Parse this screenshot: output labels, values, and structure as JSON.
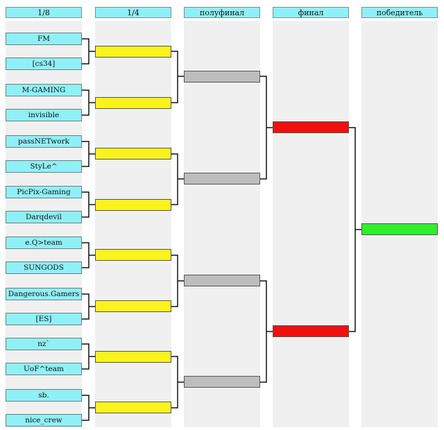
{
  "headers": {
    "r16": "1/8",
    "qf": "1/4",
    "sf": "полуфинал",
    "final": "финал",
    "winner": "победитель"
  },
  "teams": [
    "FM",
    "[cs34]",
    "M-GAMING",
    "invisible",
    "passNETwork",
    "StyLe^",
    "PicPix-Gaming",
    "Darqdevil",
    "e.Q>team",
    "SUNGODS",
    "Dangerous.Gamers",
    "[ES]",
    "nz`",
    "UoF^team",
    "sb.",
    "nice_crew"
  ],
  "colors": {
    "header": "#8ff0f6",
    "team": "#8ff0f6",
    "quarterfinal": "#fbf31c",
    "semifinal": "#bdbdbd",
    "final": "#ef1010",
    "winner": "#2df02a"
  }
}
